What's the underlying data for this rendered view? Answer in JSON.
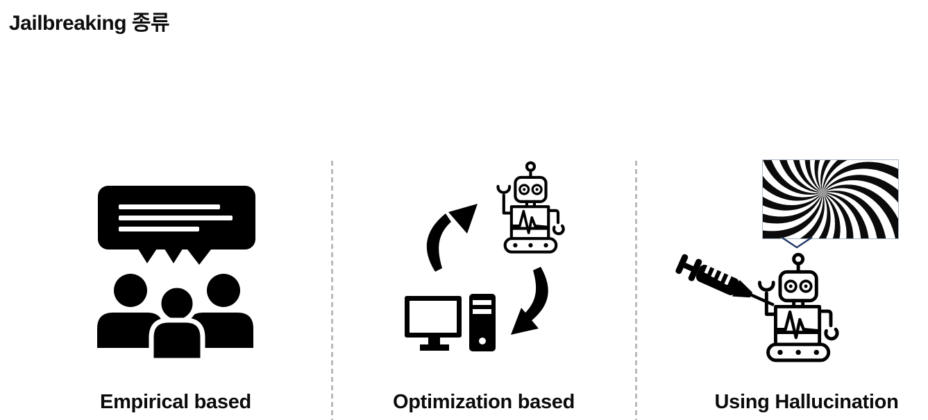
{
  "title": "Jailbreaking 종류",
  "columns": [
    {
      "label": "Empirical based",
      "icon": "group-discussion-icon"
    },
    {
      "label": "Optimization based",
      "icon": "computer-robot-cycle-icon"
    },
    {
      "label": "Using Hallucination",
      "icon": "spiral-syringe-robot-icon"
    }
  ],
  "icons": {
    "left": "speech-bubble-over-three-people",
    "middle": "curved-arrows-cycle-between-desktop-computer-and-robot",
    "right": "spiral-optical-illusion-image, down-pointer, syringe-injecting-robot"
  },
  "colors": {
    "ink": "#0b0b0b",
    "divider_gray": "#b9b9b9",
    "connector_navy": "#203864",
    "spiral_black": "#0b0b0b",
    "spiral_center_gray": "#999999",
    "background": "#ffffff"
  }
}
